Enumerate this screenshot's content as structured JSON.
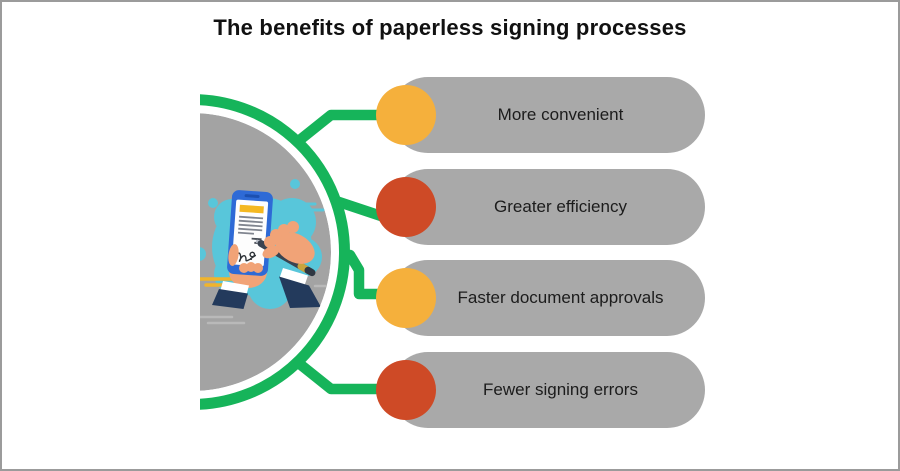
{
  "page": {
    "title": "The benefits of paperless signing processes"
  },
  "colors": {
    "green": "#16b45a",
    "pill_gray": "#a9a9a9",
    "circle_gray": "#a3a3a3",
    "yellow": "#f5b03c",
    "red": "#ce4a26",
    "teal": "#58c6da",
    "phone_blue": "#2e6ad6",
    "navy": "#233a5c",
    "skin": "#f1a377",
    "text": "#1c1c1c",
    "frame_border": "#9b9b9b"
  },
  "benefits": [
    {
      "label": "More convenient",
      "bullet_color": "#f5b03c"
    },
    {
      "label": "Greater efficiency",
      "bullet_color": "#ce4a26"
    },
    {
      "label": "Faster document approvals",
      "bullet_color": "#f5b03c"
    },
    {
      "label": "Fewer signing errors",
      "bullet_color": "#ce4a26"
    }
  ],
  "illustration": {
    "name": "hand-signing-document-on-smartphone",
    "description": "Hands in dark suit sleeves holding a smartphone and signing a document on its screen with a pen, on a teal blob inside a gray circle with a green ring"
  }
}
